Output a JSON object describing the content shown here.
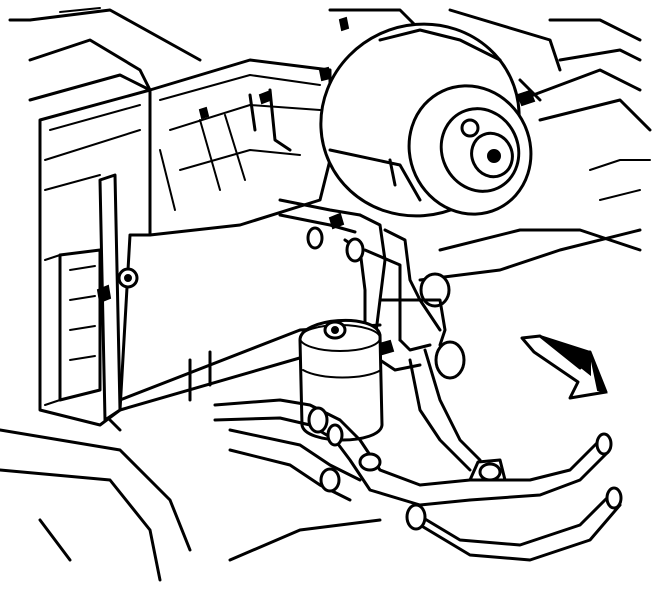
{
  "diagram": {
    "components": [
      {
        "id": "blower-motor",
        "kind": "motor"
      },
      {
        "id": "hvac-module-case",
        "kind": "housing"
      },
      {
        "id": "heater-core",
        "kind": "core"
      },
      {
        "id": "accumulator",
        "kind": "canister"
      },
      {
        "id": "refrigerant-lines",
        "kind": "pipes"
      },
      {
        "id": "heater-hoses",
        "kind": "hoses"
      }
    ],
    "indicator": {
      "type": "arrow",
      "direction": "forward-right",
      "icon": "direction-arrow-icon"
    },
    "colors": {
      "line": "#000000",
      "background": "#ffffff"
    }
  }
}
